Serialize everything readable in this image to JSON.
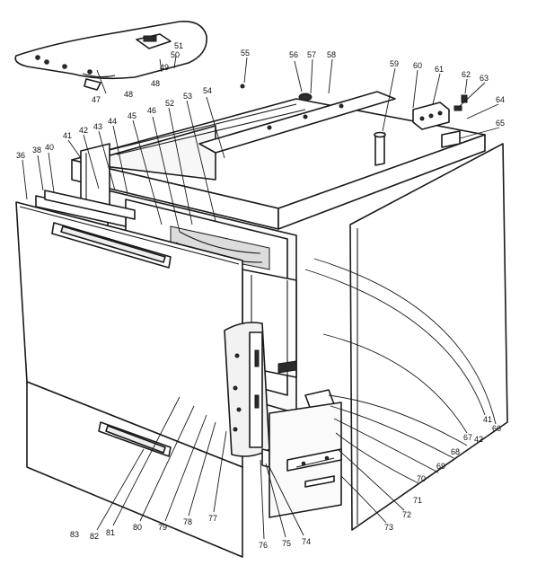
{
  "callouts": [
    {
      "id": "c36",
      "text": "36"
    },
    {
      "id": "c38",
      "text": "38"
    },
    {
      "id": "c40",
      "text": "40"
    },
    {
      "id": "c41a",
      "text": "41"
    },
    {
      "id": "c42a",
      "text": "42"
    },
    {
      "id": "c43",
      "text": "43"
    },
    {
      "id": "c44",
      "text": "44"
    },
    {
      "id": "c45",
      "text": "45"
    },
    {
      "id": "c46",
      "text": "46"
    },
    {
      "id": "c47",
      "text": "47"
    },
    {
      "id": "c48a",
      "text": "48"
    },
    {
      "id": "c48b",
      "text": "48"
    },
    {
      "id": "c49",
      "text": "49"
    },
    {
      "id": "c50",
      "text": "50"
    },
    {
      "id": "c51",
      "text": "51"
    },
    {
      "id": "c52",
      "text": "52"
    },
    {
      "id": "c53",
      "text": "53"
    },
    {
      "id": "c54a",
      "text": "54"
    },
    {
      "id": "c55",
      "text": "55"
    },
    {
      "id": "c56",
      "text": "56"
    },
    {
      "id": "c57",
      "text": "57"
    },
    {
      "id": "c58",
      "text": "58"
    },
    {
      "id": "c59",
      "text": "59"
    },
    {
      "id": "c60",
      "text": "60"
    },
    {
      "id": "c61",
      "text": "61"
    },
    {
      "id": "c62",
      "text": "62"
    },
    {
      "id": "c63",
      "text": "63"
    },
    {
      "id": "c64",
      "text": "64"
    },
    {
      "id": "c65",
      "text": "65"
    },
    {
      "id": "c66",
      "text": "66"
    },
    {
      "id": "c41b",
      "text": "41"
    },
    {
      "id": "c42b",
      "text": "42"
    },
    {
      "id": "c67",
      "text": "67"
    },
    {
      "id": "c68",
      "text": "68"
    },
    {
      "id": "c69",
      "text": "69"
    },
    {
      "id": "c70",
      "text": "70"
    },
    {
      "id": "c71",
      "text": "71"
    },
    {
      "id": "c72",
      "text": "72"
    },
    {
      "id": "c73",
      "text": "73"
    },
    {
      "id": "c74",
      "text": "74"
    },
    {
      "id": "c75",
      "text": "75"
    },
    {
      "id": "c76",
      "text": "76"
    },
    {
      "id": "c77",
      "text": "77"
    },
    {
      "id": "c78",
      "text": "78"
    },
    {
      "id": "c79",
      "text": "79"
    },
    {
      "id": "c80",
      "text": "80"
    },
    {
      "id": "c81",
      "text": "81"
    },
    {
      "id": "c82",
      "text": "82"
    },
    {
      "id": "c83",
      "text": "83"
    }
  ]
}
